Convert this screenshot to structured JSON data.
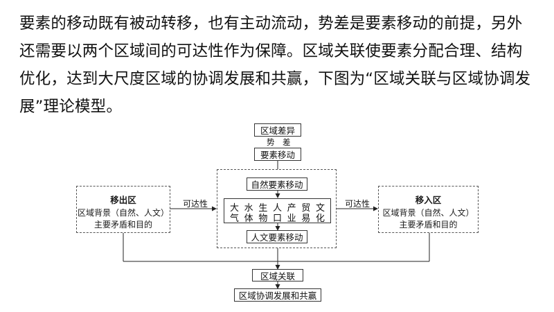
{
  "intro_text": "要素的移动既有被动转移，也有主动流动，势差是要素移动的前提，另外还需要以两个区域间的可达性作为保障。区域关联使要素分配合理、结构优化，达到大尺度区域的协调发展和共赢，下图为“区域关联与区域协调发展”理论模型。",
  "diagram": {
    "regional_difference": "区域差异",
    "potential_gap": "势　差",
    "factor_movement": "要素移动",
    "outflow": {
      "title": "移出区",
      "line1": "区域背景（自然、人文）",
      "line2": "主要矛盾和目的"
    },
    "inflow": {
      "title": "移入区",
      "line1": "区域背景（自然、人文）",
      "line2": "主要矛盾和目的"
    },
    "accessibility_left": "可达性",
    "accessibility_right": "可达性",
    "natural_factor_movement": "自然要素移动",
    "factor_grid_row1": [
      "大",
      "水",
      "生",
      "人",
      "产",
      "贸",
      "文"
    ],
    "factor_grid_row2": [
      "气",
      "体",
      "物",
      "口",
      "业",
      "易",
      "化"
    ],
    "human_factor_movement": "人文要素移动",
    "regional_linkage": "区域关联",
    "coordinated_development": "区域协调发展和共赢"
  }
}
